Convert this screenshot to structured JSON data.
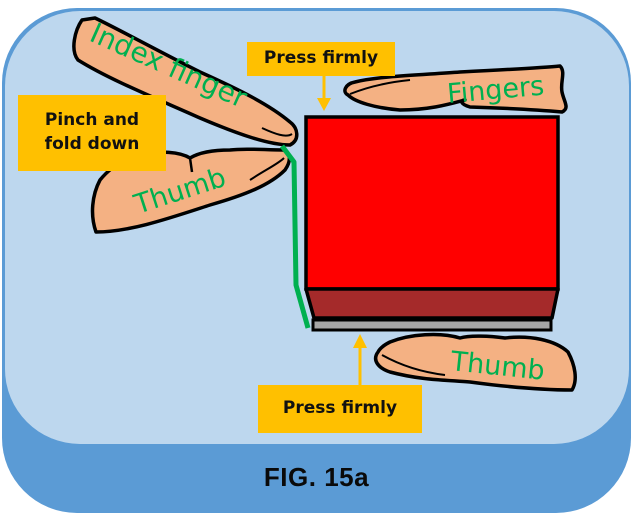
{
  "figure": {
    "caption": "FIG. 15a",
    "labels": {
      "top_callout": "Press firmly",
      "bottom_callout": "Press firmly",
      "left_callout": "Pinch and fold down"
    },
    "finger_labels": {
      "index_finger": "Index finger",
      "thumb_left": "Thumb",
      "fingers_top": "Fingers",
      "thumb_bottom": "Thumb"
    },
    "colors": {
      "outer_frame": "#5B9BD5",
      "inner_panel": "#BDD7EE",
      "callout": "#FFC000",
      "arrow": "#FFC000",
      "block_main": "#FF0000",
      "block_base": "#A52A2A",
      "plate": "#A6A6A6",
      "skin": "#F4B183",
      "flap": "#00B050"
    }
  }
}
